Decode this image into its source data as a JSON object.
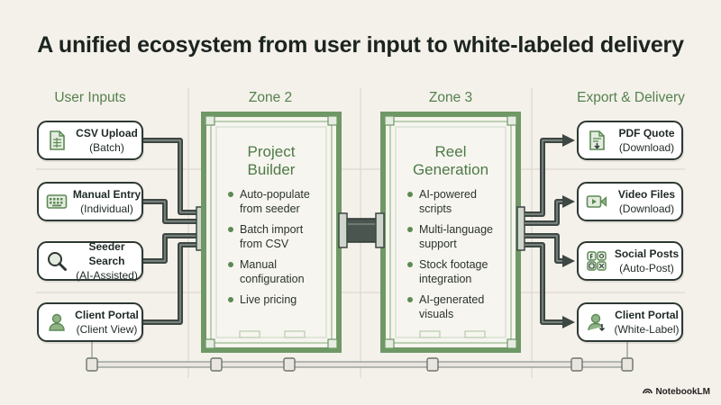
{
  "title": "A unified ecosystem from user input to white-labeled delivery",
  "columns": {
    "inputs": "User Inputs",
    "zone2": "Zone 2",
    "zone3": "Zone 3",
    "export": "Export & Delivery"
  },
  "inputs": [
    {
      "label": "CSV Upload",
      "sub": "(Batch)",
      "icon": "spreadsheet-icon"
    },
    {
      "label": "Manual Entry",
      "sub": "(Individual)",
      "icon": "keyboard-icon"
    },
    {
      "label": "Seeder Search",
      "sub": "(AI-Assisted)",
      "icon": "magnifier-icon"
    },
    {
      "label": "Client Portal",
      "sub": "(Client View)",
      "icon": "user-icon"
    }
  ],
  "zone2": {
    "title_line1": "Project",
    "title_line2": "Builder",
    "bullets": [
      {
        "l1": "Auto-populate",
        "l2": "from seeder"
      },
      {
        "l1": "Batch import",
        "l2": "from CSV"
      },
      {
        "l1": "Manual",
        "l2": "configuration"
      },
      {
        "l1": "Live pricing",
        "l2": ""
      }
    ]
  },
  "zone3": {
    "title_line1": "Reel",
    "title_line2": "Generation",
    "bullets": [
      {
        "l1": "AI-powered",
        "l2": "scripts"
      },
      {
        "l1": "Multi-language",
        "l2": "support"
      },
      {
        "l1": "Stock footage",
        "l2": "integration"
      },
      {
        "l1": "AI-generated",
        "l2": "visuals"
      }
    ]
  },
  "outputs": [
    {
      "label": "PDF Quote",
      "sub": "(Download)",
      "icon": "pdf-download-icon"
    },
    {
      "label": "Video Files",
      "sub": "(Download)",
      "icon": "video-camera-icon"
    },
    {
      "label": "Social Posts",
      "sub": "(Auto-Post)",
      "icon": "social-grid-icon"
    },
    {
      "label": "Client Portal",
      "sub": "(White-Label)",
      "icon": "user-download-icon"
    }
  ],
  "brand": "NotebookLM",
  "colors": {
    "accent": "#5c8a55",
    "frame": "#9dbc94",
    "pipe": "#3d4743",
    "background": "#f4f1ea"
  }
}
